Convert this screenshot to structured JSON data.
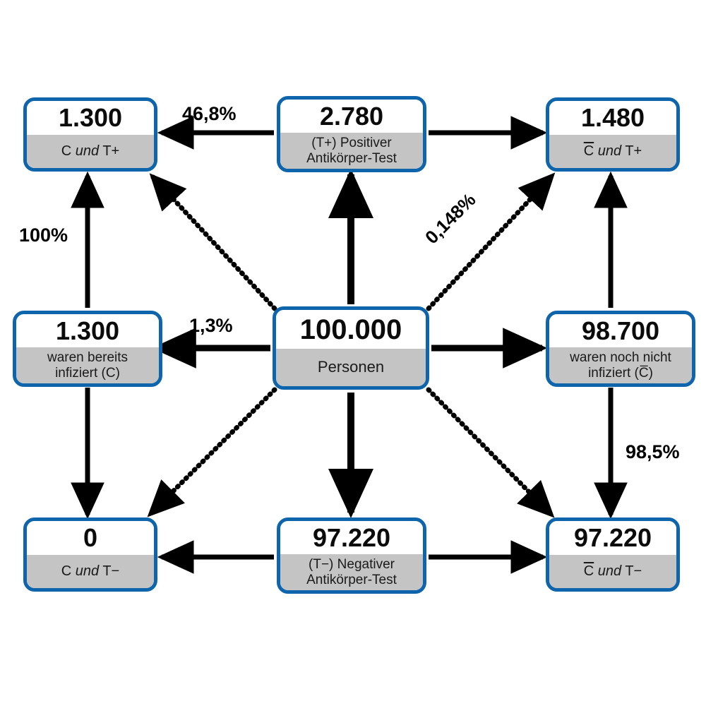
{
  "diagram": {
    "title": "Antikörper-Test Häufigkeitsbaum",
    "colors": {
      "border": "#0e65ab",
      "label_band": "#c4c4c4",
      "arrow": "#000000",
      "number_text": "#0b0b0b",
      "page_background": "#ffffff"
    },
    "nodes": [
      {
        "id": "center",
        "number": "100.000",
        "label_lines": [
          "Personen"
        ]
      },
      {
        "id": "infected",
        "number": "1.300",
        "label_lines": [
          "waren bereits",
          "infiziert (C)"
        ]
      },
      {
        "id": "not-infected",
        "number": "98.700",
        "label_lines": [
          "waren noch nicht",
          "infiziert (C̄)"
        ]
      },
      {
        "id": "test-positive",
        "number": "2.780",
        "label_lines": [
          "(T+) Positiver",
          "Antikörper-Test"
        ]
      },
      {
        "id": "test-negative",
        "number": "97.220",
        "label_lines": [
          "(T−) Negativer",
          "Antikörper-Test"
        ]
      },
      {
        "id": "c-and-tpos",
        "number": "1.300",
        "label_lines": [
          "C und T+"
        ]
      },
      {
        "id": "notc-and-tpos",
        "number": "1.480",
        "label_lines": [
          "C̄ und T+"
        ]
      },
      {
        "id": "c-and-tneg",
        "number": "0",
        "label_lines": [
          "C und T−"
        ]
      },
      {
        "id": "notc-and-tneg",
        "number": "97.220",
        "label_lines": [
          "C̄ und T−"
        ]
      }
    ],
    "edge_labels": {
      "center_to_infected": "1,3%",
      "infected_to_c_tpos": "100%",
      "tpos_to_c_tpos": "46,8%",
      "center_to_notc_tpos": "0,148%",
      "notinfected_to_notc_tneg": "98,5%"
    },
    "node_text": {
      "c_and_tpos": {
        "number": "1.300",
        "pre": "C ",
        "italic": "und",
        "post": " T+"
      },
      "notc_and_tpos": {
        "number": "1.480",
        "pre": "C",
        "italic": "und",
        "post": " T+"
      },
      "c_and_tneg": {
        "number": "0",
        "pre": "C ",
        "italic": "und",
        "post": " T−"
      },
      "notc_and_tneg": {
        "number": "97.220",
        "pre": "C",
        "italic": "und",
        "post": " T−"
      },
      "test_positive": {
        "number": "2.780",
        "line1": "(T+) Positiver",
        "line2": "Antikörper-Test"
      },
      "test_negative": {
        "number": "97.220",
        "line1": "(T−) Negativer",
        "line2": "Antikörper-Test"
      },
      "infected": {
        "number": "1.300",
        "line1": "waren bereits",
        "line2": "infiziert (C)"
      },
      "not_infected": {
        "number": "98.700",
        "line1": "waren noch nicht",
        "line2": "infiziert (C",
        "line2_tail": ")"
      },
      "center": {
        "number": "100.000",
        "line1": "Personen"
      }
    }
  }
}
